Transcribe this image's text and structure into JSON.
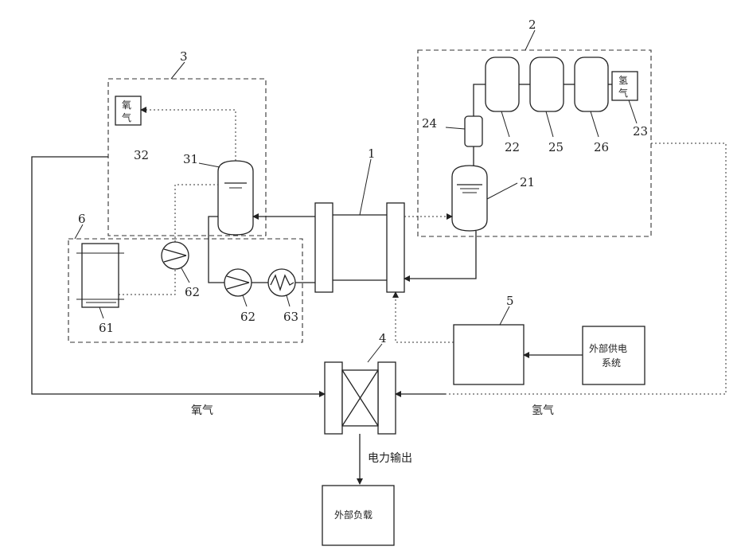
{
  "labels": {
    "n1": "1",
    "n2": "2",
    "n3": "3",
    "n4": "4",
    "n5": "5",
    "n6": "6",
    "n21": "21",
    "n22": "22",
    "n23": "23",
    "n24": "24",
    "n25": "25",
    "n26": "26",
    "n31": "31",
    "n32": "32",
    "n61": "61",
    "n62a": "62",
    "n62b": "62",
    "n63": "63"
  },
  "text": {
    "oxygen_line1": "氧",
    "oxygen_line2": "气",
    "hydrogen_line1": "氢",
    "hydrogen_line2": "气",
    "oxygen_flow": "氧气",
    "hydrogen_flow": "氢气",
    "power_output": "电力输出",
    "external_supply_line1": "外部供电",
    "external_supply_line2": "系统",
    "external_load": "外部负载"
  }
}
